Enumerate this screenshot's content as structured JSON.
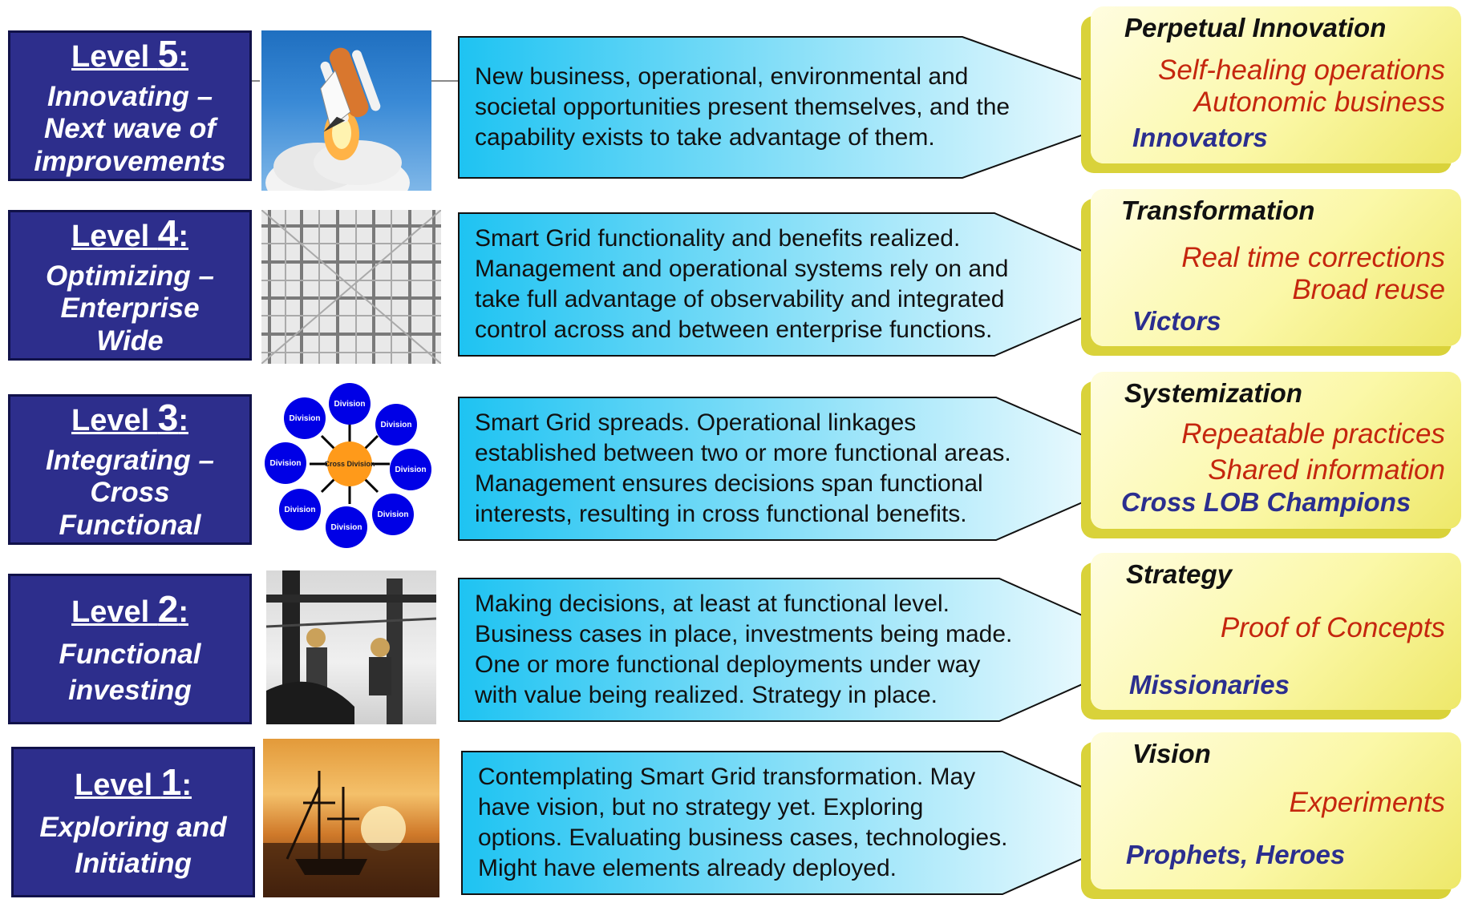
{
  "levels": [
    {
      "title": "Level ",
      "num": "5",
      "colon": ":",
      "subtitle": "Innovating –\nNext wave of\nimprovements",
      "description": "New business, operational, environmental and\nsocietal opportunities present themselves, and the\ncapability exists to take advantage of them.",
      "category": "Perpetual Innovation",
      "items": [
        "Self-healing operations",
        "Autonomic business"
      ],
      "who": "Innovators",
      "image_icon": "space-shuttle-launch"
    },
    {
      "title": "Level ",
      "num": "4",
      "colon": ":",
      "subtitle": "Optimizing –\nEnterprise\nWide",
      "description": "Smart Grid functionality and benefits realized.\nManagement and operational systems rely on and\ntake full advantage of observability and integrated\ncontrol across and between enterprise functions.",
      "category": "Transformation",
      "items": [
        "Real time corrections",
        "Broad reuse"
      ],
      "who": "Victors",
      "image_icon": "lattice-structure"
    },
    {
      "title": "Level ",
      "num": "3",
      "colon": ":",
      "subtitle": "Integrating –\nCross\nFunctional",
      "description": "Smart Grid spreads.  Operational linkages\nestablished between two or more functional areas.\nManagement ensures decisions span functional\ninterests, resulting in cross functional benefits.",
      "category": "Systemization",
      "items": [
        "Repeatable practices",
        "Shared information"
      ],
      "who": "Cross LOB Champions",
      "image_icon": "division-diagram",
      "diagram": {
        "center": "Cross Division",
        "node": "Division"
      }
    },
    {
      "title": "Level ",
      "num": "2",
      "colon": ":",
      "subtitle": "Functional\ninvesting",
      "description": "Making decisions, at least at functional level.\nBusiness cases in place, investments being made.\nOne or more functional deployments under way\nwith value being realized.    Strategy in place.",
      "category": "Strategy",
      "items": [
        "Proof of Concepts"
      ],
      "who": "Missionaries",
      "image_icon": "linemen-on-pole"
    },
    {
      "title": "Level ",
      "num": "1",
      "colon": ":",
      "subtitle": "Exploring and\nInitiating",
      "description": "Contemplating Smart Grid transformation. May\nhave vision, but no strategy yet.   Exploring\noptions.  Evaluating business cases, technologies.\nMight have elements already deployed.",
      "category": "Vision",
      "items": [
        "Experiments"
      ],
      "who": "Prophets, Heroes",
      "image_icon": "sailing-ship-sunset"
    }
  ],
  "colors": {
    "level_box": "#2d2e8c",
    "arrow_start": "#1ec3f2",
    "arrow_end": "#ffffff",
    "note_item": "#c5260e",
    "note_who": "#2b2e8f"
  }
}
